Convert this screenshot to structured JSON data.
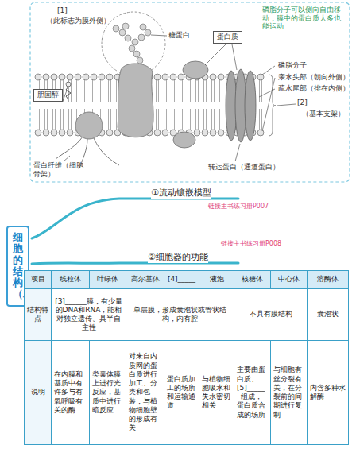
{
  "diagram": {
    "nodes": [
      {
        "text": [
          "蛋白质"
        ]
      },
      {
        "text": [
          "胆固醇"
        ]
      },
      {
        "text": [
          "细胞的结构（二）"
        ]
      }
    ],
    "labels": [
      "[1]______",
      "（此标志为膜外侧）",
      "糖蛋白",
      "磷脂分子可以侧向自由移动，膜中的蛋白质大多也能运动",
      "磷脂分子",
      "亲水头部（朝向外侧）",
      "疏水尾部（排在内侧）",
      "[2]__________",
      "（基本支架）",
      "蛋白纤维（细胞骨架）",
      "转运蛋白（通道蛋白）",
      "①流动镶嵌模型",
      "链接主书练习册P007",
      "②细胞器的功能",
      "链接主书练习册P008",
      "项目",
      "线粒体",
      "叶绿体",
      "高尔基体",
      "[4]_____",
      "液泡",
      "核糖体",
      "中心体",
      "溶酶体",
      "结构特点",
      "[3]______膜，有少量的DNA和RNA，能相对独立遗传、具半自主性",
      "单层膜，形成囊泡状或管状结构，内有腔",
      "不具有膜结构",
      "囊泡状",
      "说明",
      "在内膜和基质中有许多与有氧呼吸有关的酶",
      "类囊体膜上进行光反应，基质中进行暗反应",
      "对来自内质网的蛋白质进行加工、分类和包装，与植物细胞壁的形成有关",
      "蛋白质加工的场所和运输通道",
      "与植物细胞吸水和失水密切相关",
      "主要由蛋白质、[5]______组成，蛋白质合成的场所",
      "与细胞有丝分裂有关，在分裂前的间期进行复制",
      "内含多种水解酶"
    ]
  }
}
